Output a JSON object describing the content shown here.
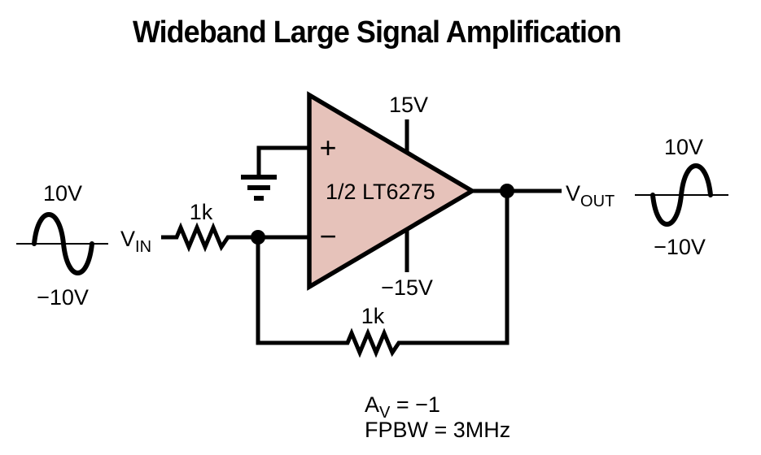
{
  "title": "Wideband Large Signal Amplification",
  "opamp": {
    "name": "1/2 LT6275",
    "noninverting_symbol": "+",
    "inverting_symbol": "−",
    "positive_supply": "15V",
    "negative_supply": "−15V"
  },
  "input": {
    "label_main": "V",
    "label_sub": "IN",
    "series_resistor": "1k"
  },
  "feedback": {
    "resistor": "1k"
  },
  "output": {
    "label_main": "V",
    "label_sub": "OUT"
  },
  "input_waveform": {
    "peak": "10V",
    "trough": "−10V"
  },
  "output_waveform": {
    "peak": "10V",
    "trough": "−10V"
  },
  "notes": {
    "gain_main": "A",
    "gain_sub": "V",
    "gain_value": " = −1",
    "bandwidth": "FPBW = 3MHz"
  },
  "colors": {
    "opamp_fill": "#E6C2BA",
    "line": "#000000"
  }
}
